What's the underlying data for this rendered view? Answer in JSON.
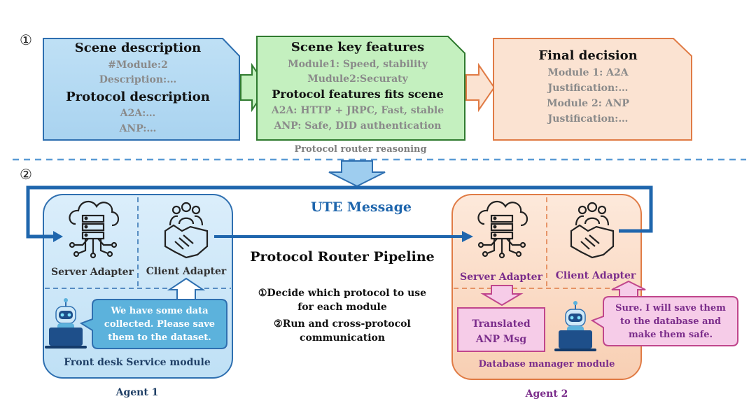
{
  "step1_marker": "①",
  "step2_marker": "②",
  "scene_box": {
    "heading1": "Scene description",
    "line1": "#Module:2",
    "line2": "Description:…",
    "heading2": "Protocol description",
    "line3": "A2A:…",
    "line4": "ANP:…"
  },
  "features_box": {
    "heading1": "Scene key features",
    "line1": "Module1: Speed, stability",
    "line2": "Mudule2:Securaty",
    "heading2": "Protocol features fits scene",
    "line3": "A2A: HTTP + JRPC, Fast, stable",
    "line4": "ANP: Safe, DID authentication"
  },
  "decision_box": {
    "heading": "Final decision",
    "line1": "Module 1: A2A",
    "line2": "Justification:…",
    "line3": "Module 2: ANP",
    "line4": "Justification:…"
  },
  "router_caption": "Protocol router reasoning",
  "ute_message": "UTE Message",
  "pipeline": {
    "title": "Protocol Router Pipeline",
    "step1_line1": "①Decide which protocol to use",
    "step1_line2": "for each module",
    "step2_line1": "②Run and cross-protocol",
    "step2_line2": "communication"
  },
  "agent1": {
    "server_label": "Server Adapter",
    "client_label": "Client Adapter",
    "bubble_line1": "We have some data",
    "bubble_line2": "collected. Please save",
    "bubble_line3": "them to the dataset.",
    "module_name": "Front desk Service module",
    "agent_name": "Agent 1"
  },
  "agent2": {
    "server_label": "Server Adapter",
    "client_label": "Client Adapter",
    "translated_line1": "Translated",
    "translated_line2": "ANP Msg",
    "bubble_line1": "Sure. I will save them",
    "bubble_line2": "to the database and",
    "bubble_line3": "make them safe.",
    "module_name": "Database manager module",
    "agent_name": "Agent 2"
  },
  "colors": {
    "blue_box_fill": "#b9dcf3",
    "blue_box_stroke": "#2e6fb0",
    "green_box_fill": "#c4f0bf",
    "green_box_stroke": "#2f7a2f",
    "orange_box_fill": "#fbe3d2",
    "orange_box_stroke": "#e07b45",
    "flow_line": "#1f66ad",
    "agent2_text": "#7b2d8b",
    "pink_fill": "#f6cce8",
    "pink_stroke": "#c0468c"
  }
}
